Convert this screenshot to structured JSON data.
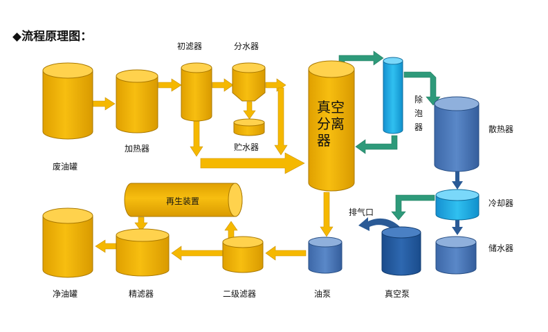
{
  "title": "◆流程原理图：",
  "colors": {
    "yellow": "#F5B800",
    "yellow_dark": "#C98F00",
    "yellow_top": "#FFD24D",
    "blue": "#4A78B8",
    "blue_light": "#1FB0E8",
    "blue_dark": "#2A5A96",
    "green": "#2E9A7A"
  },
  "labels": {
    "waste_tank": "废油罐",
    "heater": "加热器",
    "pre_filter": "初滤器",
    "water_separator": "分水器",
    "water_store": "贮水器",
    "vacuum_sep_1": "真空",
    "vacuum_sep_2": "分离",
    "vacuum_sep_3": "器",
    "defoamer": "除泡器",
    "radiator": "散热器",
    "cooler": "冷却器",
    "water_tank": "储水器",
    "exhaust": "排气口",
    "vacuum_pump": "真空泵",
    "oil_pump": "油泵",
    "secondary_filter": "二级滤器",
    "regenerator": "再生装置",
    "fine_filter": "精滤器",
    "clean_tank": "净油罐"
  }
}
